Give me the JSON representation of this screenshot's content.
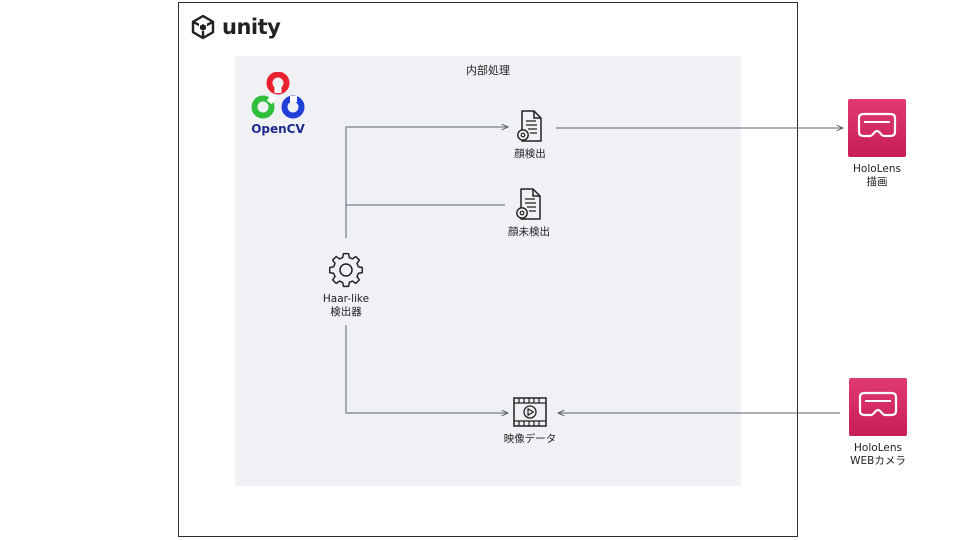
{
  "unity": {
    "label": "unity"
  },
  "inner": {
    "title": "内部処理"
  },
  "opencv": {
    "label": "OpenCV"
  },
  "nodes": {
    "face_detected": "顔検出",
    "face_not_detected": "顔未検出",
    "haar_line1": "Haar-like",
    "haar_line2": "検出器",
    "video_data": "映像データ",
    "hololens_draw_line1": "HoloLens",
    "hololens_draw_line2": "描画",
    "hololens_cam_line1": "HoloLens",
    "hololens_cam_line2": "WEBカメラ"
  },
  "colors": {
    "accent": "#d6245f",
    "panel": "#f0f1f5",
    "line": "#5a6170",
    "opencv_red": "#e8212f",
    "opencv_green": "#2fbf3a",
    "opencv_blue": "#1f3fd6"
  },
  "icons": {
    "unity": "unity-logo-icon",
    "document_gear": "document-gear-icon",
    "gear": "gear-icon",
    "video": "video-frame-icon",
    "vr_headset": "vr-headset-icon"
  }
}
